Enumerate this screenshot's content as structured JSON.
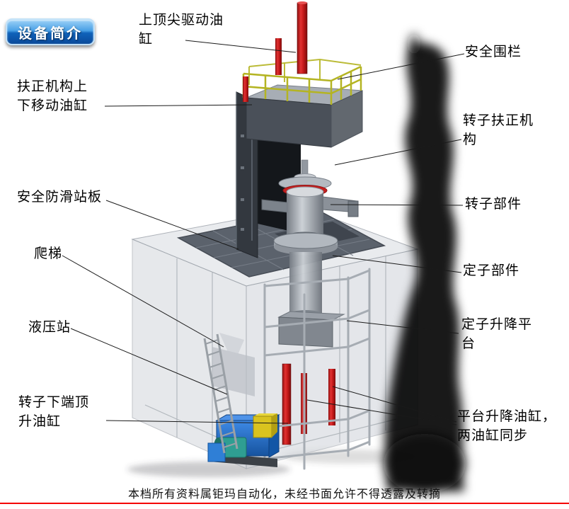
{
  "badge": {
    "label": "设备简介"
  },
  "callouts": {
    "top_tip_cylinder": "上顶尖驱动油\n缸",
    "safety_fence": "安全围栏",
    "centering_move_cylinder": "扶正机构上\n下移动油缸",
    "rotor_centering_mechanism": "转子扶正机\n构",
    "anti_slip_platform": "安全防滑站板",
    "rotor_component": "转子部件",
    "ladder": "爬梯",
    "stator_component": "定子部件",
    "hydraulic_station": "液压站",
    "stator_lift_platform": "定子升降平\n台",
    "rotor_bottom_jack_cylinder": "转子下端顶\n升油缸",
    "platform_lift_cylinders": "平台升降油缸，\n两油缸同步"
  },
  "footer": {
    "text": "本档所有资料属钜玛自动化，未经书面允许不得透露及转摘"
  },
  "colors": {
    "badge_blue": "#1f6fd0",
    "cylinder_red": "#c81e1e",
    "railing_yellow": "#b4b422",
    "tank_blue": "#2a7bd8",
    "pump_teal": "#2f9e92",
    "divider_red": "#f40000",
    "structure_gray": "#5b626c"
  }
}
